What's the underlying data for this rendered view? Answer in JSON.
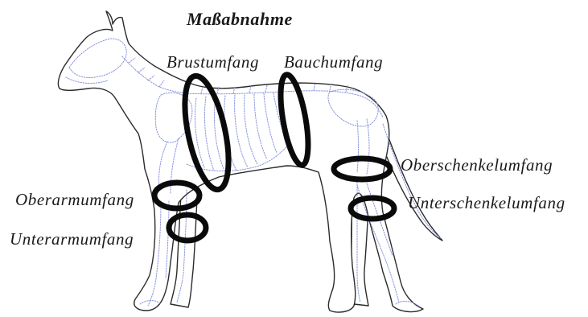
{
  "title": "Maßabnahme",
  "labels": {
    "brustumfang": "Brustumfang",
    "bauchumfang": "Bauchumfang",
    "oberschenkelumfang": "Oberschenkelumfang",
    "unterschenkelumfang": "Unterschenkelumfang",
    "oberarmumfang": "Oberarmumfang",
    "unterarmumfang": "Unterarmumfang"
  },
  "colors": {
    "outline": "#2b2b2b",
    "skeleton": "#8a95dc",
    "measure_ring": "#0a0a0a",
    "text": "#1a1a1a"
  }
}
